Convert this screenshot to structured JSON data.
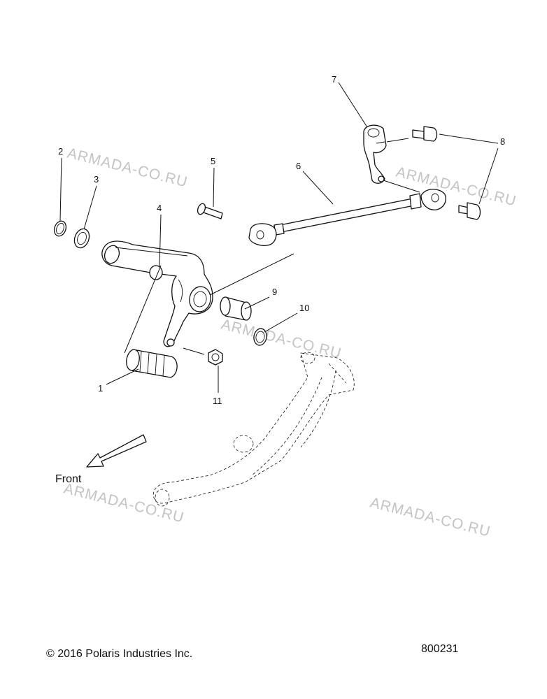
{
  "watermarks": [
    "ARMADA-CO.RU",
    "ARMADA-CO.RU",
    "ARMADA-CO.RU",
    "ARMADA-CO.RU",
    "ARMADA-CO.RU"
  ],
  "callouts": [
    "1",
    "2",
    "3",
    "4",
    "5",
    "6",
    "7",
    "8",
    "9",
    "10",
    "11"
  ],
  "front_label": "Front",
  "copyright": "© 2016 Polaris Industries Inc.",
  "diagram_number": "800231"
}
